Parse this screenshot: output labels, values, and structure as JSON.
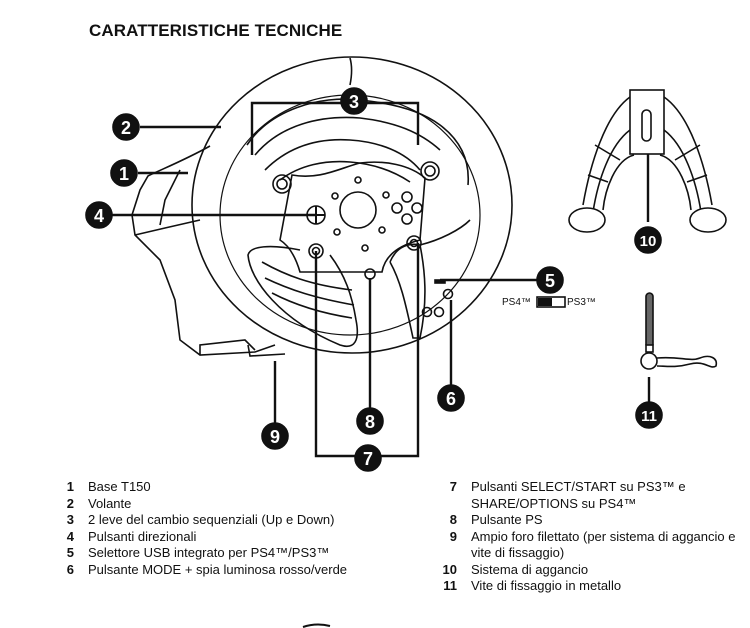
{
  "page": {
    "title": "CARATTERISTICHE TECNICHE"
  },
  "diagram": {
    "callouts": [
      "1",
      "2",
      "3",
      "4",
      "5",
      "6",
      "7",
      "8",
      "9",
      "10",
      "11"
    ],
    "switch": {
      "left_label": "PS4™",
      "right_label": "PS3™"
    }
  },
  "legend": {
    "left": [
      {
        "num": "1",
        "text": "Base T150"
      },
      {
        "num": "2",
        "text": "Volante"
      },
      {
        "num": "3",
        "text": "2 leve del cambio sequenziali (Up e Down)"
      },
      {
        "num": "4",
        "text": "Pulsanti direzionali"
      },
      {
        "num": "5",
        "text": "Selettore USB integrato per PS4™/PS3™"
      },
      {
        "num": "6",
        "text": "Pulsante MODE + spia luminosa rosso/verde"
      }
    ],
    "right": [
      {
        "num": "7",
        "text": "Pulsanti SELECT/START su PS3™ e SHARE/OPTIONS su PS4™"
      },
      {
        "num": "8",
        "text": "Pulsante PS"
      },
      {
        "num": "9",
        "text": "Ampio foro filettato (per sistema di aggancio e vite di fissaggio)"
      },
      {
        "num": "10",
        "text": "Sistema di aggancio"
      },
      {
        "num": "11",
        "text": "Vite di fissaggio in metallo"
      }
    ]
  }
}
